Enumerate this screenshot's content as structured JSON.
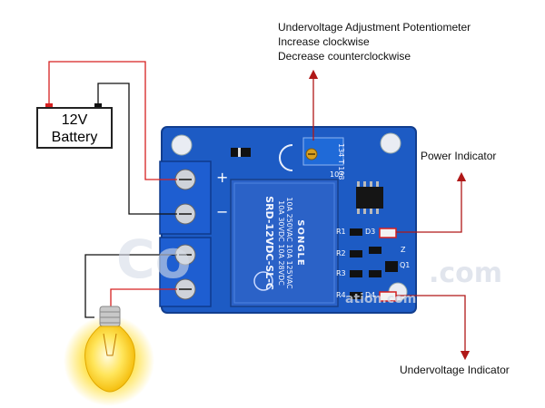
{
  "battery": {
    "line1": "12V",
    "line2": "Battery"
  },
  "annotations": {
    "pot_title": "Undervoltage Adjustment Potentiometer",
    "pot_cw": "Increase clockwise",
    "pot_ccw": "Decrease counterclockwise",
    "power": "Power Indicator",
    "under": "Undervoltage Indicator"
  },
  "relay": {
    "brand": "SONGLE",
    "line1": "10A 250VAC  10A 125VAC",
    "line2": "10A 30VDC  10A 28VDC",
    "model": "SRD-12VDC-SL-C"
  },
  "board": {
    "plus": "+",
    "minus": "−",
    "pot_code": "103",
    "pot_label": "134 T 103",
    "r_labels": [
      "R1",
      "R2",
      "R3",
      "R4"
    ],
    "d_labels": [
      "D3",
      "D4"
    ],
    "q_label": "Q1",
    "z_label": "Z"
  },
  "watermark": {
    "big": "Co",
    "right": ".com",
    "small": "ation.com"
  },
  "colors": {
    "board": "#1d5bc4",
    "relay": "#2b62c7",
    "wire_red": "#d62020",
    "wire_black": "#111111",
    "arrow": "#b01818",
    "bulb": "#ffd020"
  }
}
